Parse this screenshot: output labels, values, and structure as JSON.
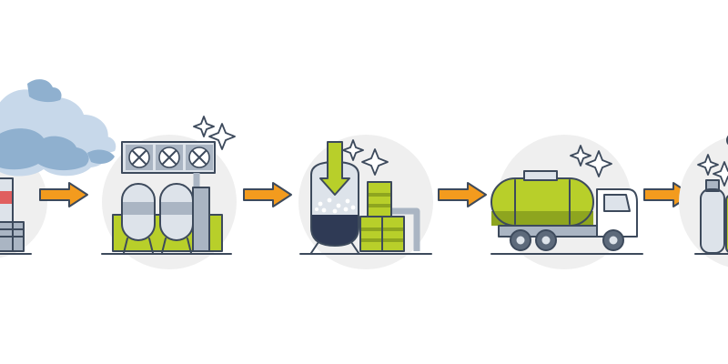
{
  "diagram": {
    "kind": "process-flow",
    "stage_count": 5,
    "stages": [
      {
        "id": "factory-emissions",
        "icon": "factory-smokestack-icon"
      },
      {
        "id": "carbon-capture-unit",
        "icon": "fan-filter-tanks-icon"
      },
      {
        "id": "processing-reactor",
        "icon": "reactor-barrels-icon"
      },
      {
        "id": "transport",
        "icon": "tanker-truck-icon"
      },
      {
        "id": "storage",
        "icon": "gas-cylinders-icon"
      }
    ],
    "connector_icon": "arrow-right-icon",
    "colors": {
      "outline": "#3d4a5c",
      "circle_bg": "#efefef",
      "steel_light": "#dde3ea",
      "steel_mid": "#aab5c3",
      "steel_dark": "#5d6a7b",
      "lime": "#b8cf2a",
      "lime_dark": "#8ea51f",
      "arrow_orange": "#f39b1e",
      "smoke_light": "#c7d8ea",
      "smoke_dark": "#8fb0cf",
      "factory_red": "#e05f5f"
    }
  }
}
